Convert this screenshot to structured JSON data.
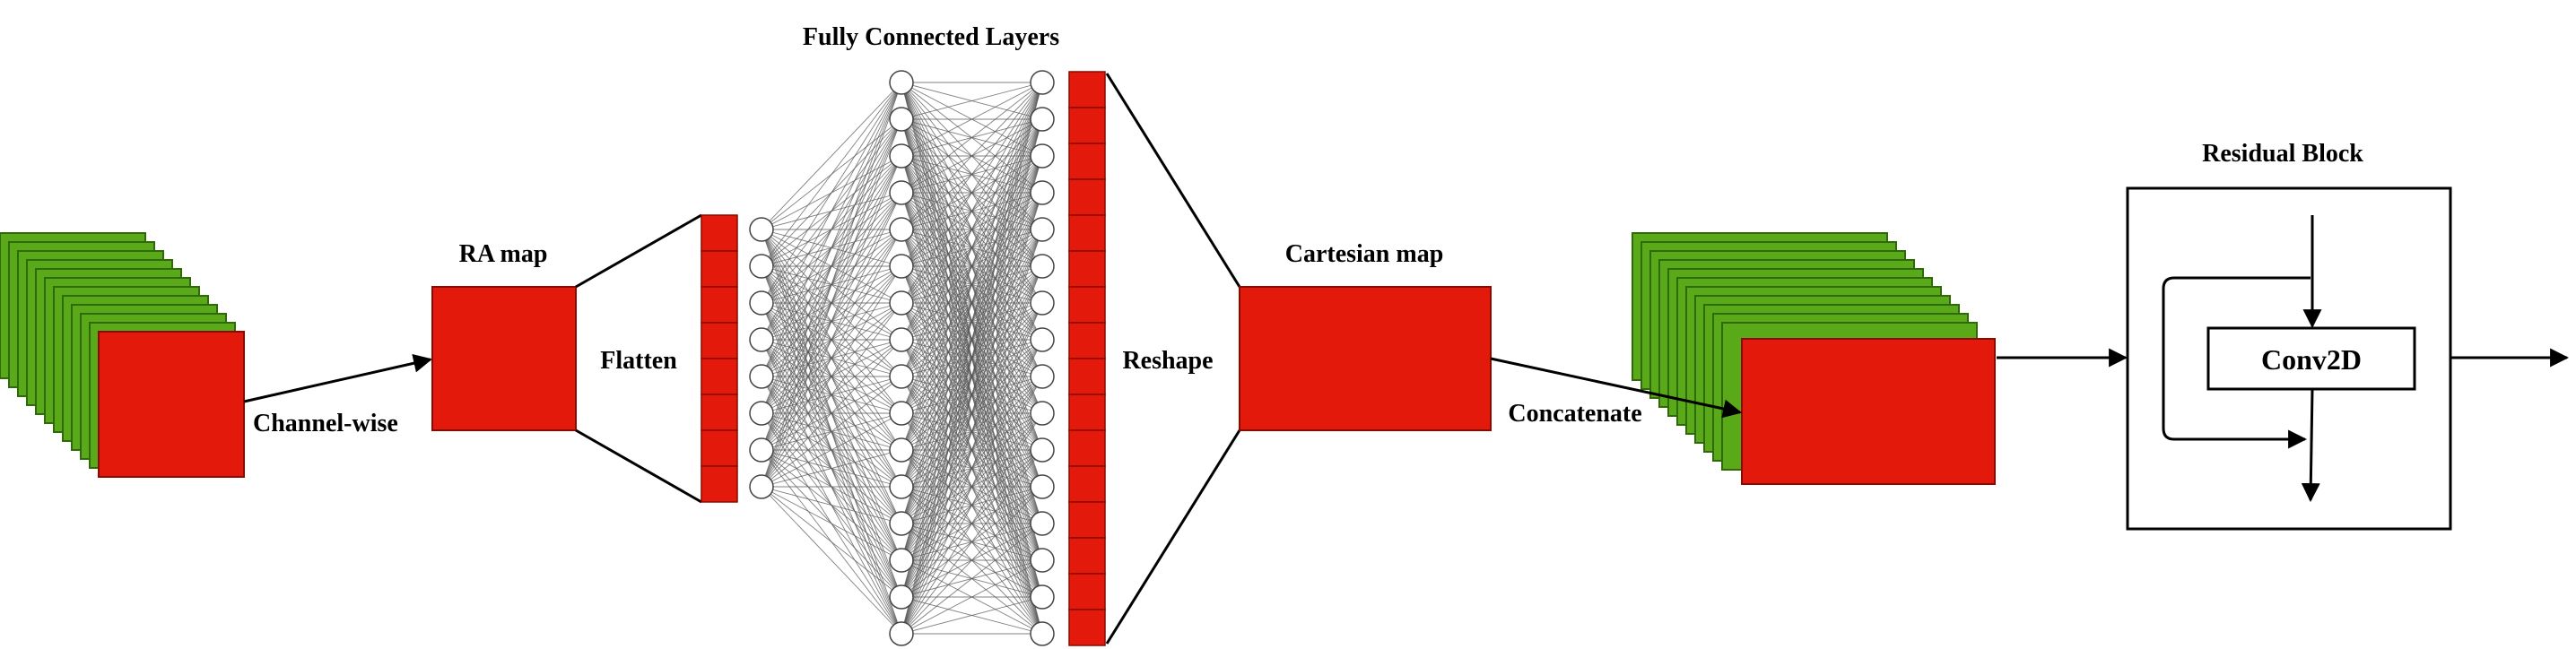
{
  "labels": {
    "fully_connected": "Fully Connected Layers",
    "ra_map": "RA map",
    "flatten": "Flatten",
    "channel_wise": "Channel-wise",
    "reshape": "Reshape",
    "cartesian_map": "Cartesian map",
    "concatenate": "Concatenate",
    "residual_block": "Residual Block",
    "conv2d": "Conv2D"
  },
  "colors": {
    "feature_red": "#e31a0b",
    "feature_green": "#5aa919",
    "line": "#000000",
    "neuron_edge": "#555555"
  }
}
